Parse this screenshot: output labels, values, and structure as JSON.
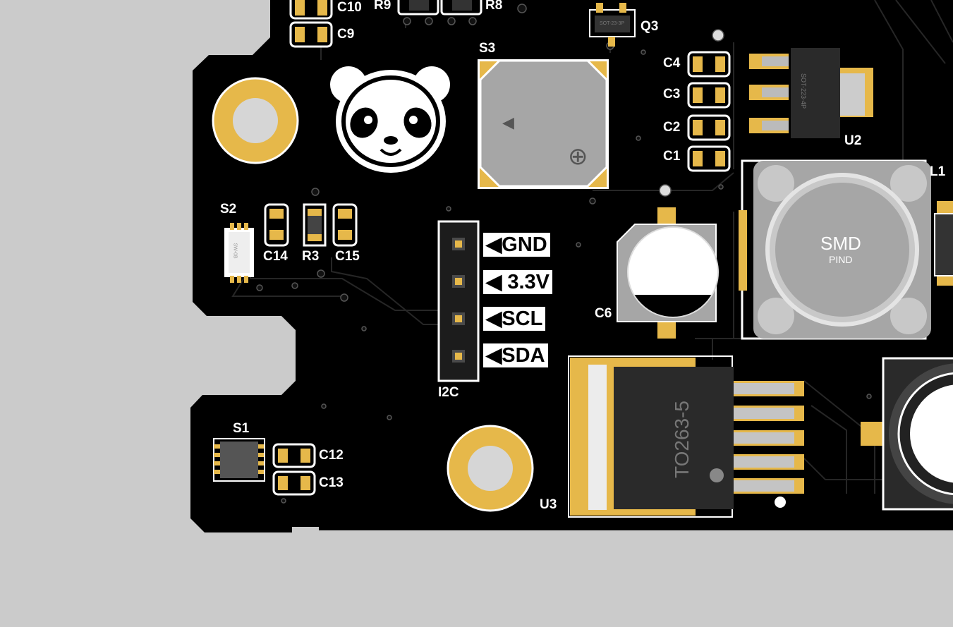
{
  "colors": {
    "background": "#cbcbcb",
    "board": "#000000",
    "pad_gold": "#e6b84a",
    "silkscreen": "#ffffff",
    "component_gray": "#a6a6a6",
    "package_dark": "#2a2a2a"
  },
  "logo": {
    "icon": "panda-face-icon"
  },
  "designators": {
    "c10": "C10",
    "c9": "C9",
    "r9": "R9",
    "r8": "R8",
    "q3": "Q3",
    "s3": "S3",
    "c4": "C4",
    "c3": "C3",
    "c2": "C2",
    "c1": "C1",
    "u2": "U2",
    "l1": "L1",
    "s2": "S2",
    "c14": "C14",
    "r3": "R3",
    "c15": "C15",
    "c6": "C6",
    "i2c": "I2C",
    "s1": "S1",
    "c12": "C12",
    "c13": "C13",
    "u3": "U3"
  },
  "i2c_header": {
    "pins": [
      {
        "label": "◀GND"
      },
      {
        "label": "◀ 3.3V"
      },
      {
        "label": "◀SCL"
      },
      {
        "label": "◀SDA"
      }
    ]
  },
  "package_markings": {
    "u2": "SOT-223-4P",
    "q3": "SOT-23-3P",
    "inductor_title": "SMD",
    "inductor_sub": "PIND",
    "u3": "TO263-5",
    "s2": "SW-0B"
  },
  "buzzer_symbols": {
    "triangle": "◀",
    "plus": "⊕"
  }
}
